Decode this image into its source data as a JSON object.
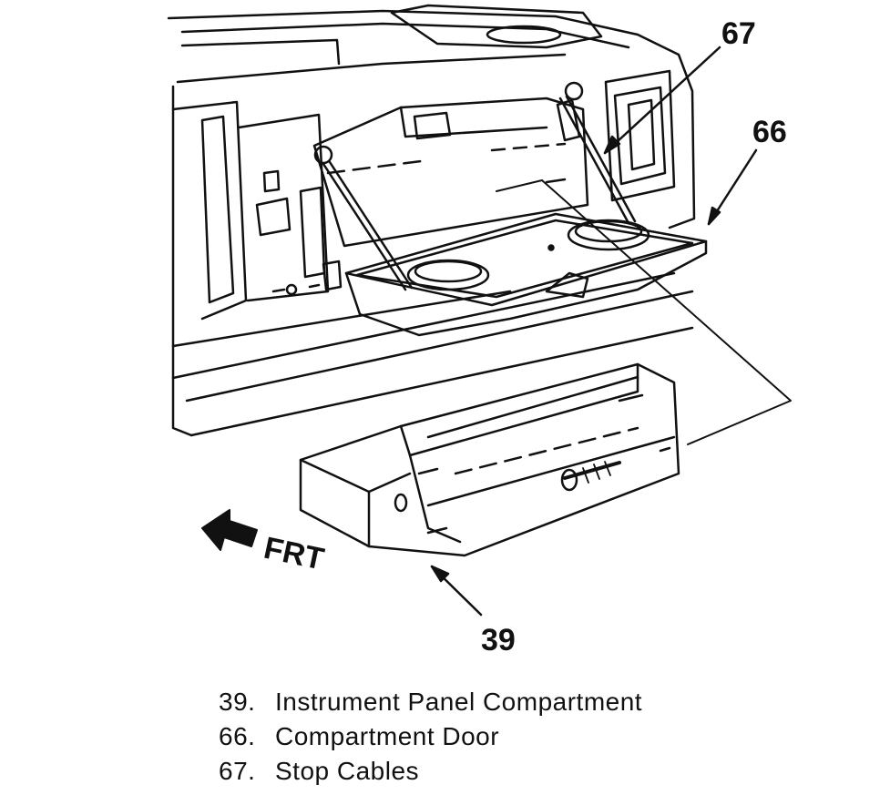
{
  "callouts": {
    "c67": "67",
    "c66": "66",
    "c39": "39"
  },
  "direction": {
    "label": "FRT"
  },
  "legend": [
    {
      "num": "39.",
      "text": "Instrument Panel Compartment"
    },
    {
      "num": "66.",
      "text": "Compartment Door"
    },
    {
      "num": "67.",
      "text": "Stop Cables"
    }
  ],
  "colors": {
    "ink": "#111111",
    "paper": "#ffffff"
  }
}
